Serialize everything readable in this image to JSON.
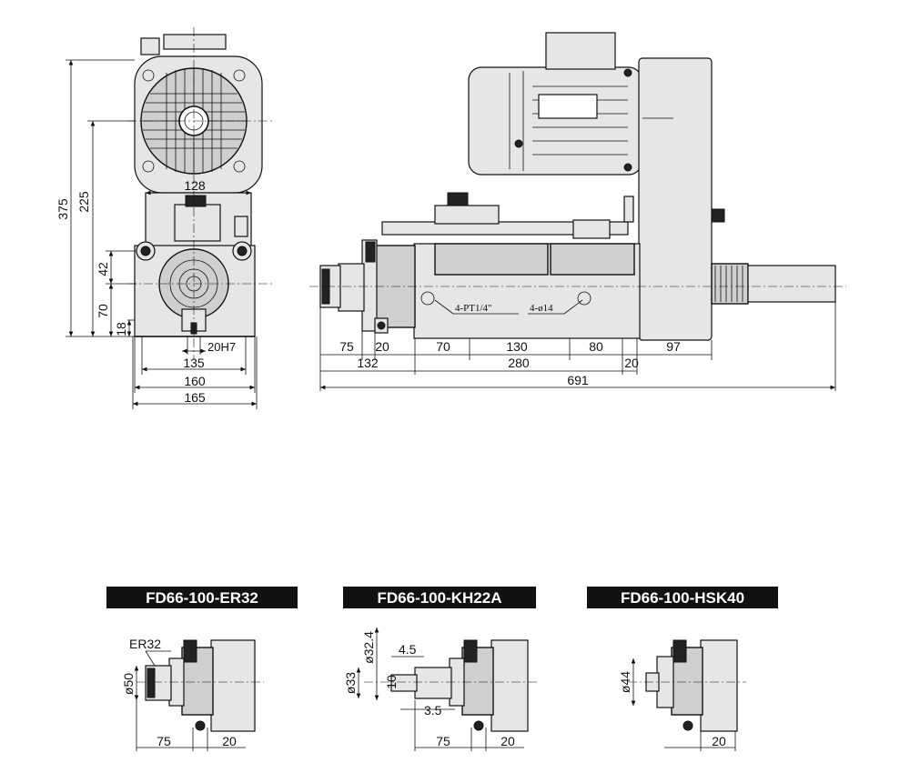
{
  "front_view": {
    "dims_vertical": [
      "375",
      "225",
      "42",
      "70",
      "18"
    ],
    "dims_horizontal": [
      "128",
      "20H7",
      "135",
      "160",
      "165"
    ]
  },
  "side_view": {
    "dims_bottom_row1": [
      "75",
      "20",
      "70",
      "130",
      "80",
      "97"
    ],
    "dims_bottom_row2": [
      "132",
      "280",
      "20"
    ],
    "dims_total": "691",
    "notes": [
      "4-PT1/4\"",
      "4-ø14"
    ]
  },
  "variants": [
    {
      "label": "FD66-100-ER32",
      "dims": [
        "ER32",
        "ø50",
        "75",
        "20"
      ]
    },
    {
      "label": "FD66-100-KH22A",
      "dims": [
        "ø32.4",
        "4.5",
        "ø33",
        "10",
        "3.5",
        "75",
        "20"
      ]
    },
    {
      "label": "FD66-100-HSK40",
      "dims": [
        "ø44",
        "20"
      ]
    }
  ],
  "colors": {
    "line": "#111111",
    "body": "#cfcfcf",
    "label_bg": "#111111",
    "label_text": "#ffffff"
  }
}
